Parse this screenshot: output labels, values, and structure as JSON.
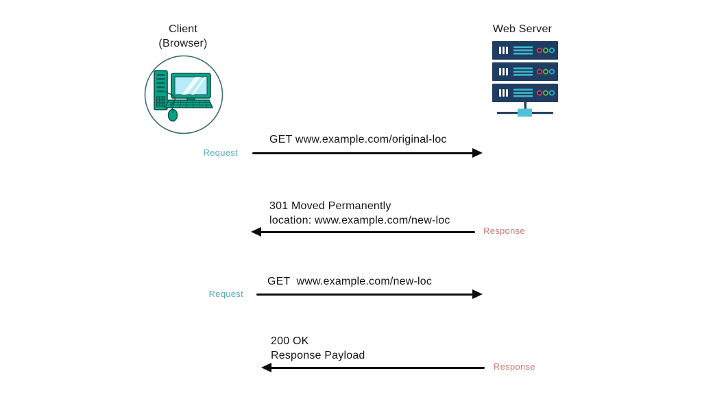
{
  "diagram": {
    "title_implied": "HTTP 301 redirect flow",
    "client": {
      "label_line1": "Client",
      "label_line2": "(Browser)",
      "icon": "desktop-computer-icon"
    },
    "server": {
      "label": "Web Server",
      "icon": "server-rack-icon"
    },
    "messages": [
      {
        "direction": "right",
        "side_label": "Request",
        "lines": {
          "0": "GET www.example.com/original-loc"
        }
      },
      {
        "direction": "left",
        "side_label": "Response",
        "lines": {
          "0": "301 Moved Permanently",
          "1": "location: www.example.com/new-loc"
        }
      },
      {
        "direction": "right",
        "side_label": "Request",
        "lines": {
          "0": "GET  www.example.com/new-loc"
        }
      },
      {
        "direction": "left",
        "side_label": "Response",
        "lines": {
          "0": "200 OK",
          "1": "Response Payload"
        }
      }
    ],
    "colors": {
      "background": "#ffffff",
      "arrow": "#0d0d0d",
      "request_label": "#57acb6",
      "response_label": "#cc7a74",
      "server_body": "#1f3c62",
      "server_accent": "#3cb8ca",
      "led_red": "#cf3a3a",
      "led_green": "#54b24c",
      "led_teal": "#2ba9c2",
      "client_green": "#0aa38a",
      "client_screen": "#b6ebf7",
      "client_outline": "#0b4f45",
      "circle_border": "#3a6d72",
      "connector_teal": "#4fc3d6"
    }
  }
}
